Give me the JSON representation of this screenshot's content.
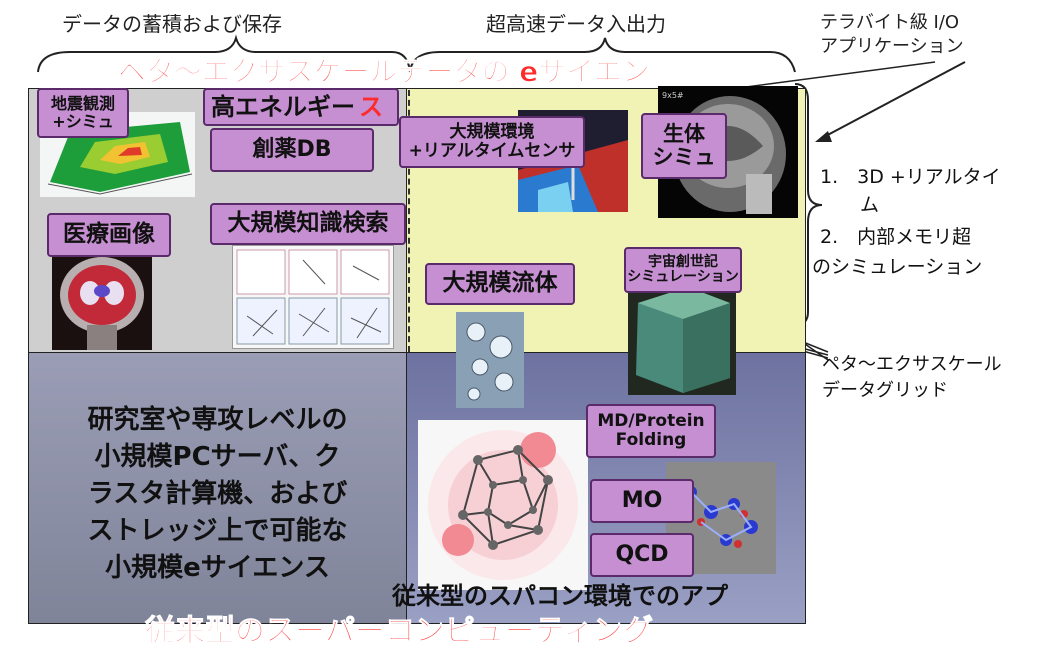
{
  "top": {
    "storage": "データの蓄積および保存",
    "io": "超高速データ入出力",
    "tera_line1": "テラバイト級 I/O",
    "tera_line2": "アプリケーション"
  },
  "titles": {
    "peta": "ペタ〜エクサスケールデータの eサイエン",
    "peta_trail": "ス",
    "conventional": "従来型のスーパーコンピューティング"
  },
  "tags": {
    "quake_line1": "地震観測",
    "quake_line2": "+シミュ",
    "high_energy": "高エネルギー",
    "drug_db": "創薬DB",
    "env_line1": "大規模環境",
    "env_line2": "+リアルタイムセンサ",
    "bio_line1": "生体",
    "bio_line2": "シミュ",
    "medical": "医療画像",
    "knowledge": "大規模知識検索",
    "fluid": "大規模流体",
    "cosmo_line1": "宇宙創世記",
    "cosmo_line2": "シミュレーション",
    "md_line1": "MD/Protein",
    "md_line2": "Folding",
    "mo": "MO",
    "qcd": "QCD"
  },
  "right_notes": {
    "item1_line1": "1.　3D +リアルタイ",
    "item1_line2": "ム",
    "item2_line1": "2.　内部メモリ超",
    "item2_line2": "のシミュレーション",
    "grid_line1": "ペタ〜エクサスケール",
    "grid_line2": "データグリッド"
  },
  "lower_left_text": [
    "研究室や専攻レベルの",
    "小規模PCサーバ、ク",
    "ラスタ計算機、および",
    "ストレッジ上で可能な",
    "小規模eサイエンス"
  ],
  "lower_right_caption": "従来型のスパコン環境でのアプ",
  "colors": {
    "upper_left_bg": "#cfcfcf",
    "upper_right_bg": "#f0f3b4",
    "lower_left_bg": "#8a8ea8",
    "lower_right_bg": "#7a7fa8",
    "tag_fill": "#c58fd1",
    "tag_border": "#5a2a6a",
    "red_title": "#ff2a2a"
  }
}
